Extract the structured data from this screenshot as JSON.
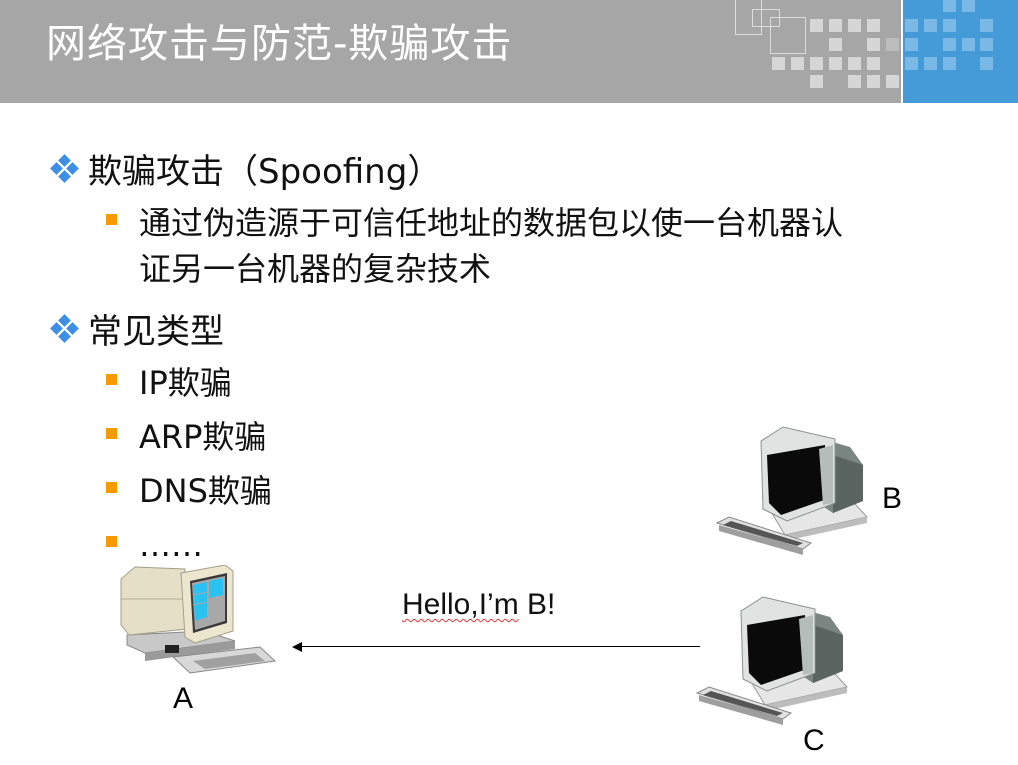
{
  "header": {
    "title": "网络攻击与防范-欺骗攻击",
    "colors": {
      "bar": "#a6a6a6",
      "accent_panel": "#449bd8",
      "title_text": "#ffffff"
    }
  },
  "content": {
    "sections": [
      {
        "icon": "diamond-bullet-icon",
        "label": "欺骗攻击（Spoofing）",
        "items": [
          {
            "icon": "square-bullet-icon",
            "line1": "通过伪造源于可信任地址的数据包以使一台机器认",
            "line2": "证另一台机器的复杂技术"
          }
        ]
      },
      {
        "icon": "diamond-bullet-icon",
        "label": "常见类型",
        "items": [
          {
            "icon": "square-bullet-icon",
            "line1": "IP欺骗"
          },
          {
            "icon": "square-bullet-icon",
            "line1": "ARP欺骗"
          },
          {
            "icon": "square-bullet-icon",
            "line1": "DNS欺骗"
          },
          {
            "icon": "square-bullet-icon",
            "line1": "……"
          }
        ]
      }
    ],
    "bullet_colors": {
      "diamond": "#3d8fe6",
      "square": "#f79a00"
    }
  },
  "diagram": {
    "computers": [
      {
        "id": "A",
        "label": "A",
        "icon": "desktop-computer-icon"
      },
      {
        "id": "B",
        "label": "B",
        "icon": "crt-computer-icon"
      },
      {
        "id": "C",
        "label": "C",
        "icon": "crt-computer-icon"
      }
    ],
    "message": {
      "text": "Hello,I’m B!",
      "underlined_part": "Hello,I’m",
      "rest": " B!",
      "direction": "C → A"
    }
  }
}
